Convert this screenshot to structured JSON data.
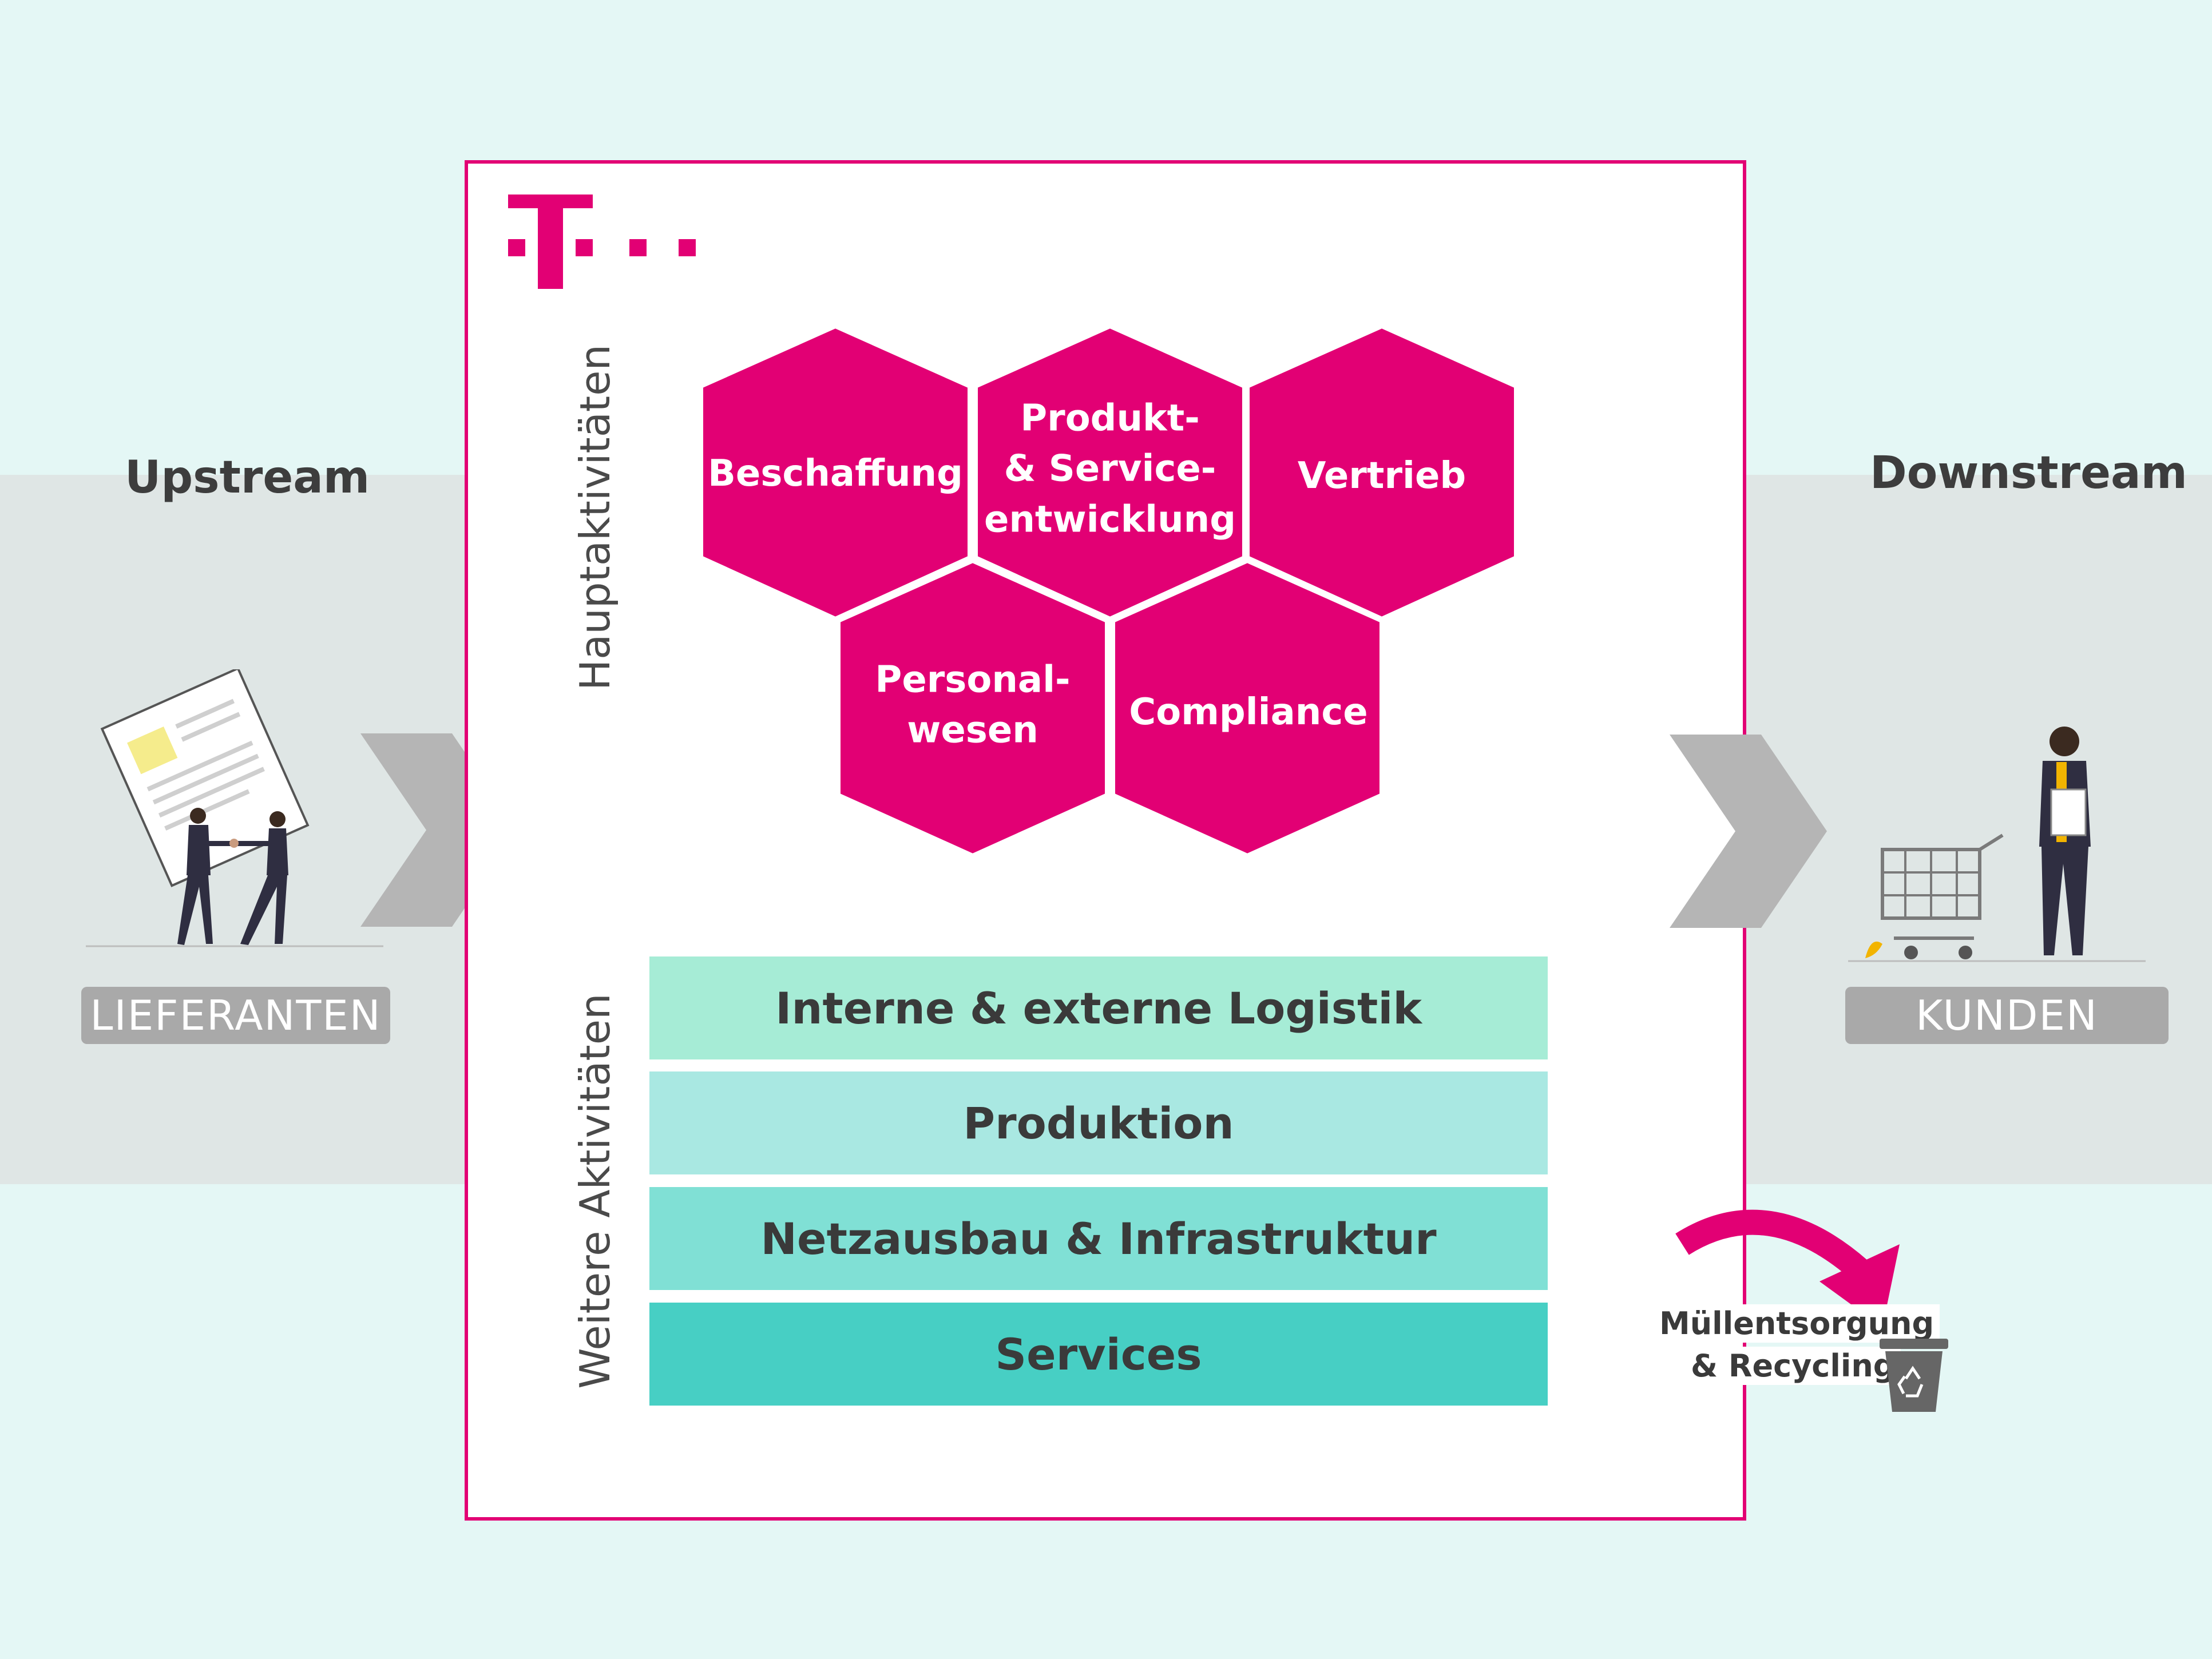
{
  "colors": {
    "background": "#e4f7f5",
    "band": "#dfe6e5",
    "magenta": "#e20074",
    "chevron": "#b5b5b5",
    "label_gray": "#a9a9a9",
    "bar_logistik": "#a6ecd6",
    "bar_produktion": "#a9e8e2",
    "bar_netzausbau": "#80e0d5",
    "bar_services": "#47cfc4"
  },
  "upstream": {
    "heading": "Upstream",
    "label": "LIEFERANTEN",
    "illustration_icon": "contract-handshake-icon"
  },
  "downstream": {
    "heading": "Downstream",
    "label": "KUNDEN",
    "illustration_icon": "shopper-with-cart-icon"
  },
  "company": {
    "logo_icon": "telekom-t-logo-icon"
  },
  "haupt": {
    "title": "Hauptaktivitäten",
    "hexagons": [
      {
        "lines": [
          "Beschaffung"
        ]
      },
      {
        "lines": [
          "Produkt-",
          "& Service-",
          "entwicklung"
        ]
      },
      {
        "lines": [
          "Vertrieb"
        ]
      },
      {
        "lines": [
          "Personal-",
          "wesen"
        ]
      },
      {
        "lines": [
          "Compliance"
        ]
      }
    ]
  },
  "weitere": {
    "title": "Weitere Aktivitäten",
    "bars": [
      {
        "label": "Interne & externe Logistik"
      },
      {
        "label": "Produktion"
      },
      {
        "label": "Netzausbau & Infrastruktur"
      },
      {
        "label": "Services"
      }
    ]
  },
  "recycling": {
    "line1": "Müllentsorgung",
    "line2": "& Recycling",
    "arrow_icon": "curved-arrow-icon",
    "bin_icon": "recycling-bin-icon"
  }
}
